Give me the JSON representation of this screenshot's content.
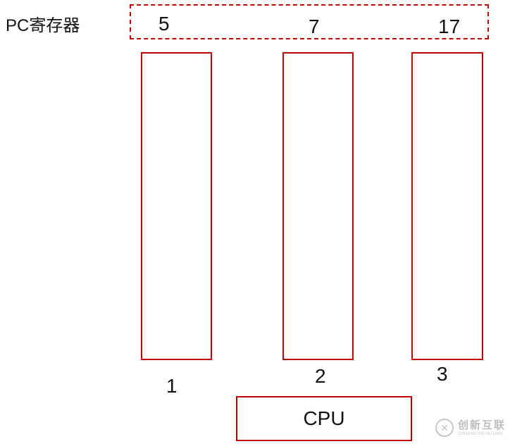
{
  "pc_register": {
    "label": "PC寄存器",
    "values": [
      "5",
      "7",
      "17"
    ]
  },
  "threads": [
    {
      "label": "1"
    },
    {
      "label": "2"
    },
    {
      "label": "3"
    }
  ],
  "cpu": {
    "label": "CPU"
  },
  "watermark": {
    "name": "创新互联",
    "subtitle": "CHUANG XIN HU LIAN"
  },
  "colors": {
    "accent": "#c00000",
    "text": "#111111"
  }
}
